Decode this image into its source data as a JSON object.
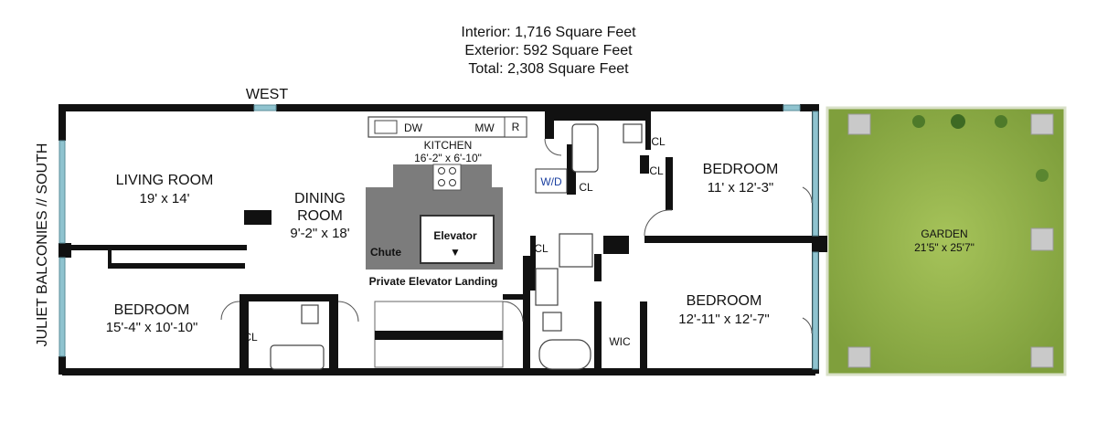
{
  "summary": {
    "interior": "Interior: 1,716 Square Feet",
    "exterior": "Exterior: 592 Square Feet",
    "total": "Total: 2,308 Square Feet"
  },
  "orientation": {
    "west": "WEST",
    "south": "JULIET BALCONIES // SOUTH"
  },
  "rooms": {
    "living_room": {
      "name": "LIVING ROOM",
      "dims": "19' x 14'"
    },
    "dining_room": {
      "name1": "DINING",
      "name2": "ROOM",
      "dims": "9'-2\" x 18'"
    },
    "kitchen": {
      "name": "KITCHEN",
      "dims": "16'-2\" x 6'-10\""
    },
    "bedroom_sw": {
      "name": "BEDROOM",
      "dims": "15'-4\" x 10'-10\""
    },
    "bedroom_ne": {
      "name": "BEDROOM",
      "dims": "11' x 12'-3\""
    },
    "bedroom_se": {
      "name": "BEDROOM",
      "dims": "12'-11\" x 12'-7\""
    },
    "garden": {
      "name": "GARDEN",
      "dims": "21'5\" x 25'7\""
    }
  },
  "fixtures": {
    "dw": "DW",
    "mw": "MW",
    "r": "R",
    "wd": "W/D",
    "cl": "CL",
    "wic": "WIC",
    "elevator": "Elevator",
    "elevator_arrow": "▼",
    "chute": "Chute",
    "landing": "Private Elevator Landing"
  },
  "colors": {
    "wall": "#111111",
    "window": "#8fc3cf",
    "core": "#7c7c7c",
    "garden": "#8fb04a",
    "accent_wd": "#1a3fa0"
  }
}
